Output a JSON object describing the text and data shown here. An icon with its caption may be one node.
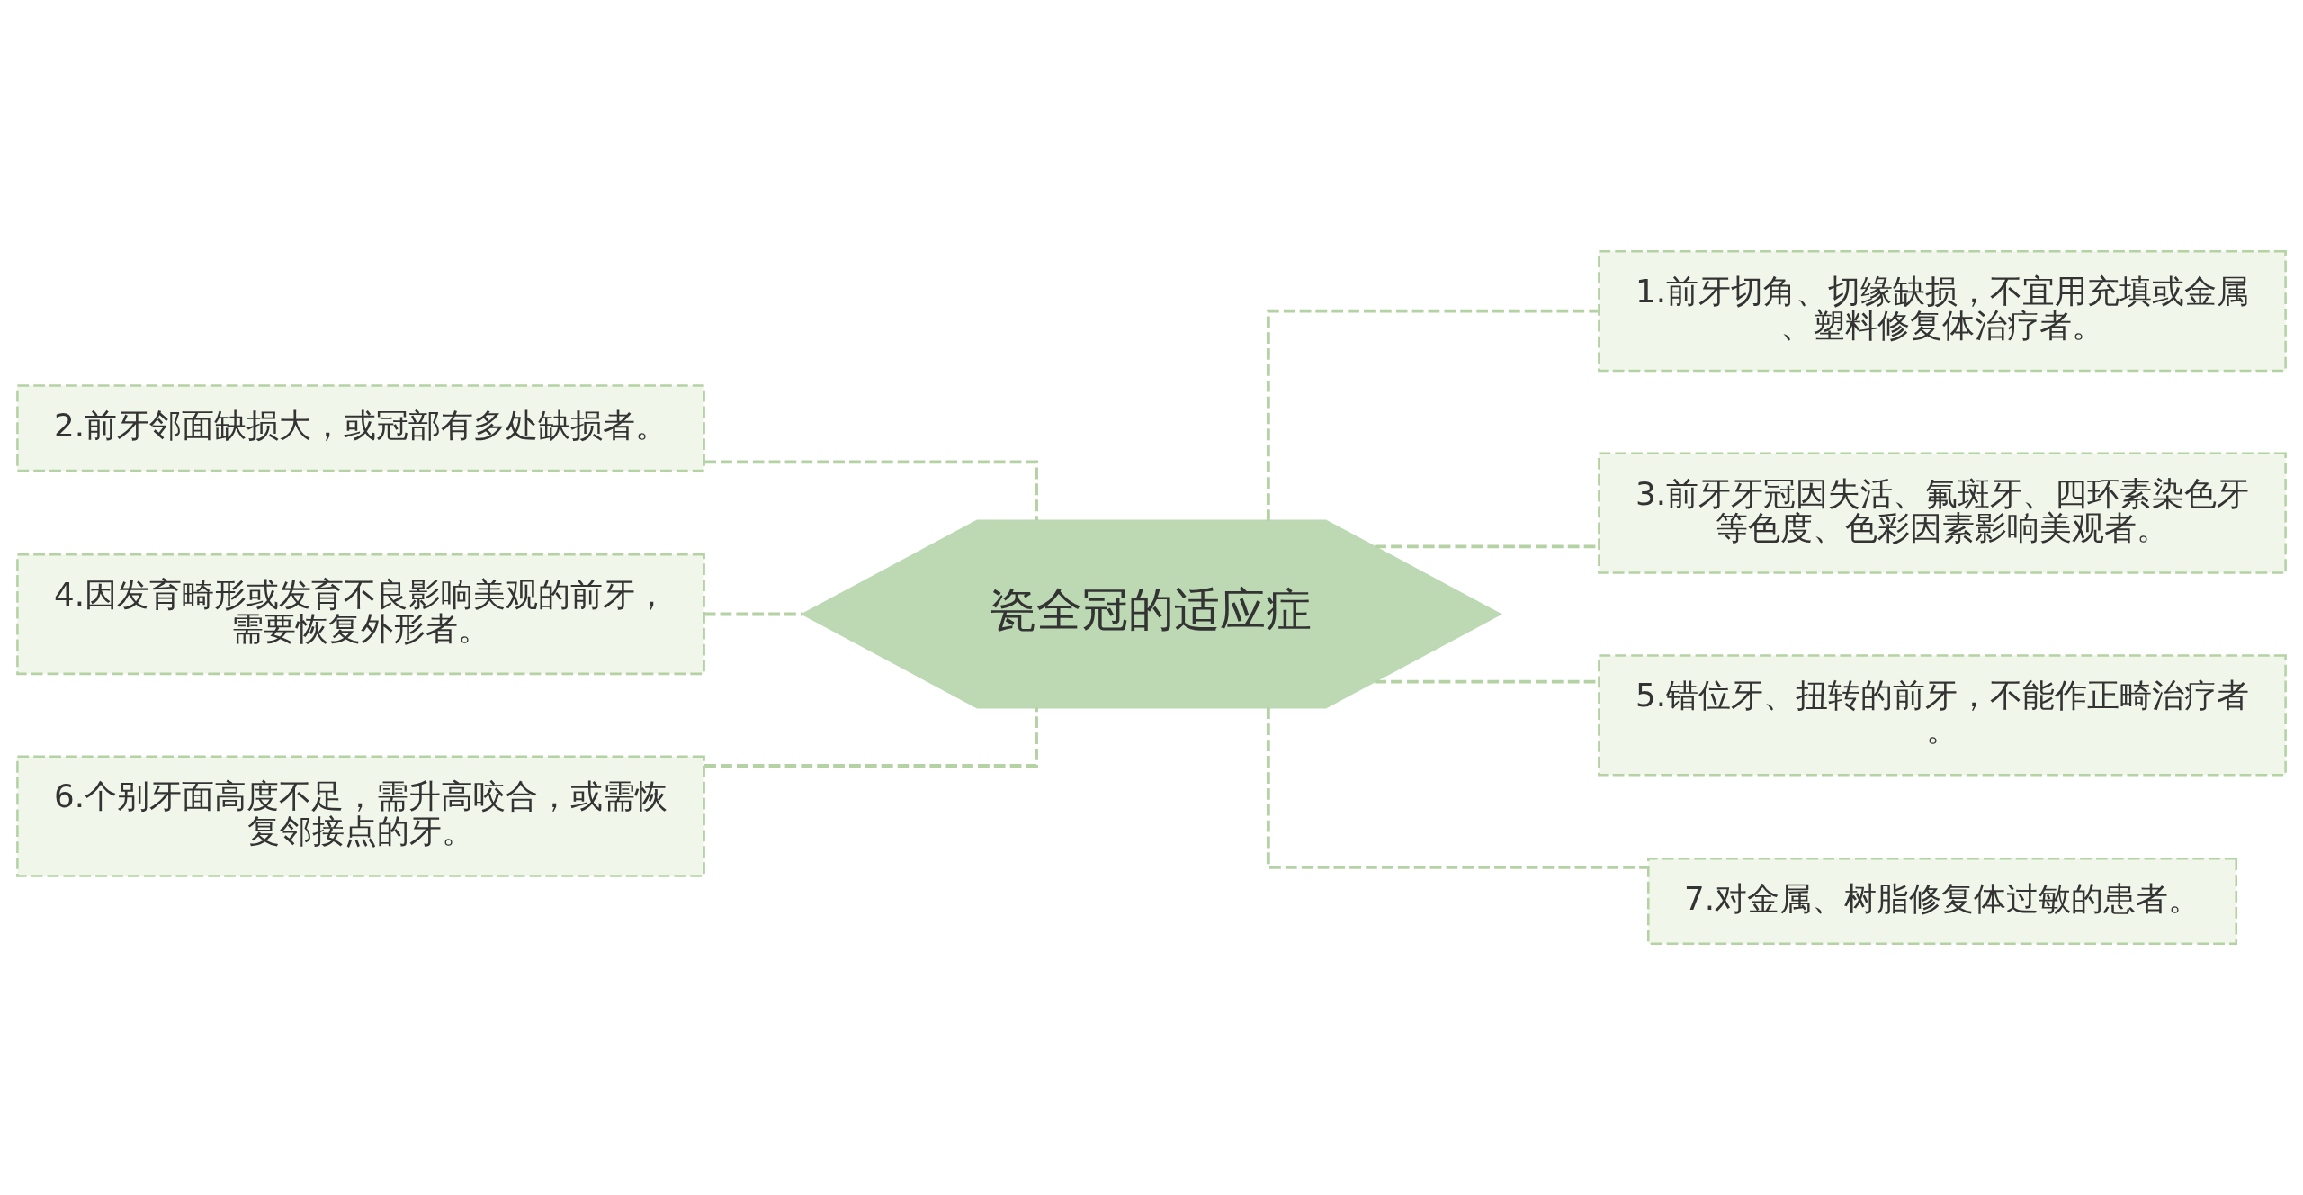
{
  "diagram": {
    "nodes": [
      {
        "text": [
          "瓷全冠的适应症"
        ]
      },
      {
        "text": [
          "1.前牙切角、切缘缺损，不宜用充填或金属、塑料修复体治疗者。"
        ]
      },
      {
        "text": [
          "2.前牙邻面缺损大，或冠部有多处缺损者。"
        ]
      },
      {
        "text": [
          "3.前牙牙冠因失活、氟斑牙、四环素染色牙等色度、色彩因素影响美观者。"
        ]
      },
      {
        "text": [
          "4.因发育畸形或发育不良影响美观的前牙，需要恢复外形者。"
        ]
      },
      {
        "text": [
          "5.错位牙、扭转的前牙，不能作正畸治疗者。"
        ]
      },
      {
        "text": [
          "6.个别牙面高度不足，需升高咬合，或需恢复邻接点的牙。"
        ]
      },
      {
        "text": [
          "7.对金属、树脂修复体过敏的患者。"
        ]
      }
    ],
    "edges": [
      {
        "from": 0,
        "to": 1,
        "arrow": "none",
        "style": "dashed"
      },
      {
        "from": 0,
        "to": 2,
        "arrow": "none",
        "style": "dashed"
      },
      {
        "from": 0,
        "to": 3,
        "arrow": "none",
        "style": "dashed"
      },
      {
        "from": 0,
        "to": 4,
        "arrow": "none",
        "style": "dashed"
      },
      {
        "from": 0,
        "to": 5,
        "arrow": "none",
        "style": "dashed"
      },
      {
        "from": 0,
        "to": 6,
        "arrow": "none",
        "style": "dashed"
      },
      {
        "from": 0,
        "to": 7,
        "arrow": "none",
        "style": "dashed"
      }
    ]
  }
}
